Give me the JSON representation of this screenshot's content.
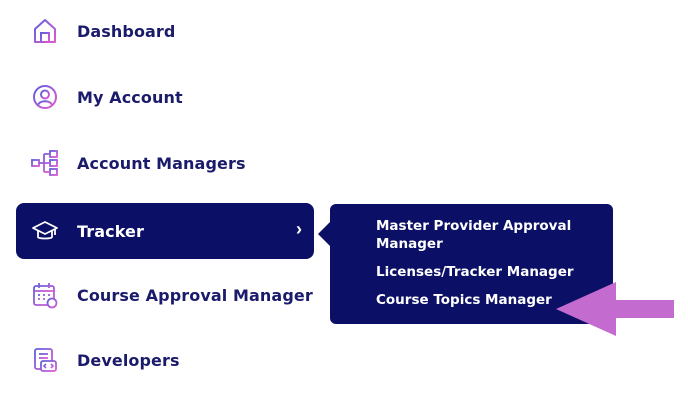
{
  "sidebar": {
    "items": [
      {
        "label": "Dashboard",
        "icon": "house-icon"
      },
      {
        "label": "My Account",
        "icon": "user-circle-icon"
      },
      {
        "label": "Account Managers",
        "icon": "hierarchy-icon"
      },
      {
        "label": "Tracker",
        "icon": "graduation-cap-icon",
        "active": true
      },
      {
        "label": "Course Approval Manager",
        "icon": "calendar-icon"
      },
      {
        "label": "Developers",
        "icon": "code-document-icon"
      }
    ],
    "active_chevron": "›"
  },
  "submenu": {
    "items": [
      {
        "label": "Master Provider Approval Manager"
      },
      {
        "label": "Licenses/Tracker Manager"
      },
      {
        "label": "Course Topics Manager"
      }
    ]
  },
  "colors": {
    "navy": "#0b0f66",
    "text_dark": "#1b1b6b",
    "icon_purple": "#6a5bd6",
    "icon_pink": "#e05ad1",
    "annotation_arrow": "#c46bd0"
  }
}
